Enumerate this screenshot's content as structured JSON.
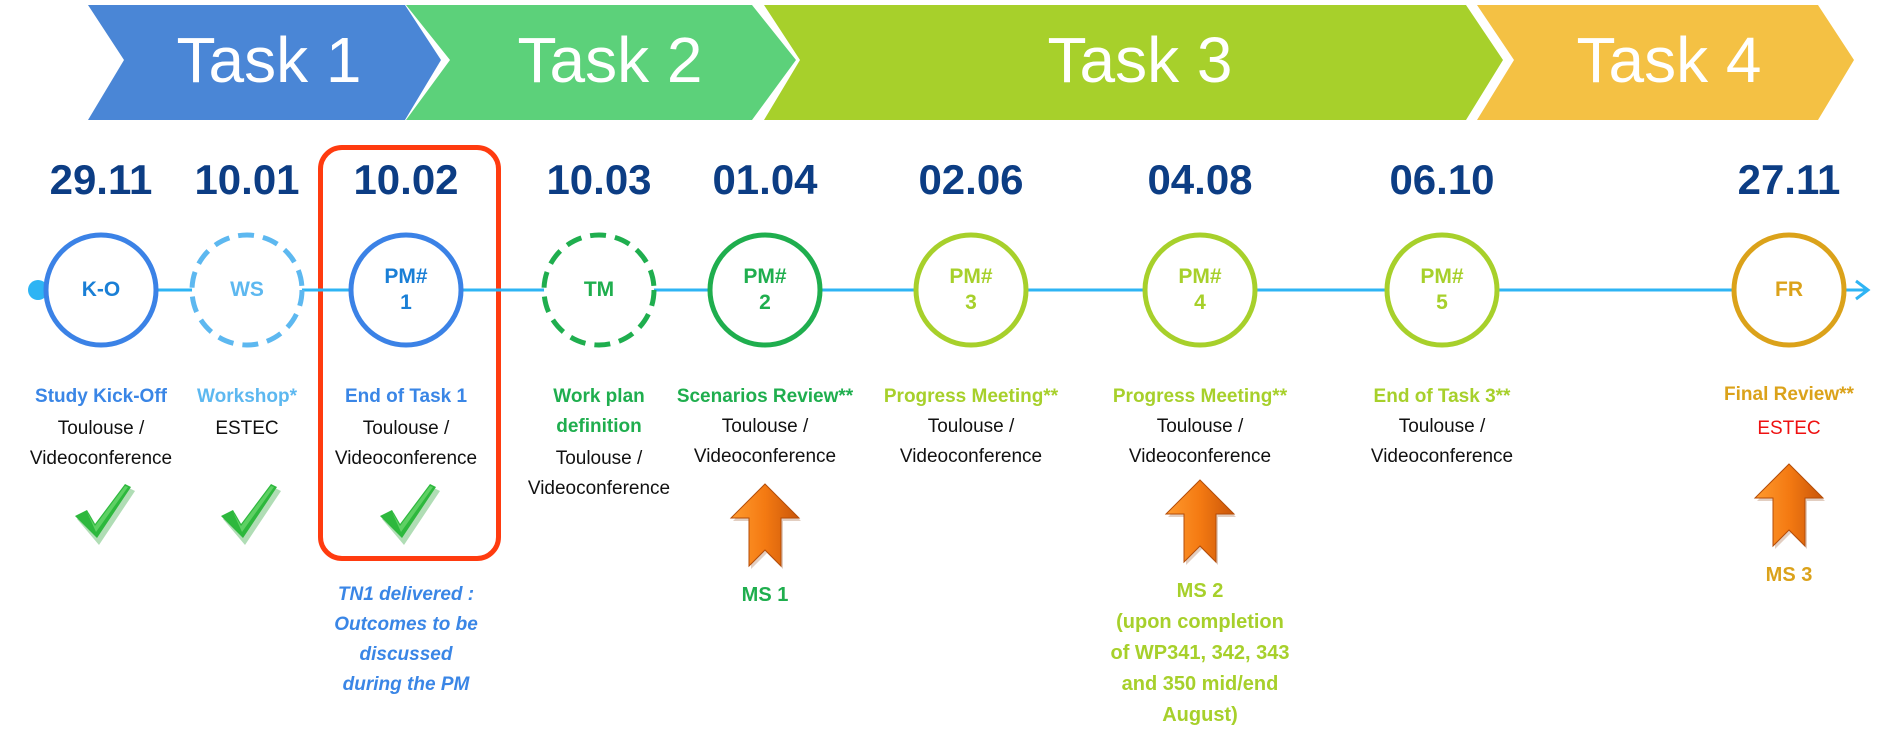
{
  "colors": {
    "task1": "#4a86d6",
    "task2": "#5cd17a",
    "task3": "#a7d02b",
    "task4": "#f4c144",
    "date": "#0c3d84",
    "timeline": "#2eb4f4",
    "highlight": "#ff3b0f",
    "milestone_arrow": "#f47a12",
    "check": "#2db83d",
    "estec_red": "#ee1111"
  },
  "tasks": [
    {
      "label": "Task 1"
    },
    {
      "label": "Task 2"
    },
    {
      "label": "Task 3"
    },
    {
      "label": "Task 4"
    }
  ],
  "events": [
    {
      "date": "29.11",
      "node": [
        "K-O"
      ],
      "node_style": "solid",
      "color": "#3b82e6",
      "text_color": "#1a7fd6",
      "title": [
        "Study Kick-Off"
      ],
      "location": [
        "Toulouse /",
        "Videoconference"
      ],
      "completed": true
    },
    {
      "date": "10.01",
      "node": [
        "WS"
      ],
      "node_style": "dashed",
      "color": "#5db8f0",
      "text_color": "#5db8f0",
      "title": [
        "Workshop*"
      ],
      "location": [
        "ESTEC"
      ],
      "completed": true
    },
    {
      "date": "10.02",
      "node": [
        "PM#",
        "1"
      ],
      "node_style": "solid",
      "color": "#3b82e6",
      "text_color": "#1a7fd6",
      "title": [
        "End of Task 1"
      ],
      "location": [
        "Toulouse /",
        "Videoconference"
      ],
      "completed": true,
      "highlighted": true,
      "note": [
        "TN1 delivered :",
        "Outcomes to be",
        "discussed",
        "during the PM"
      ]
    },
    {
      "date": "10.03",
      "node": [
        "TM"
      ],
      "node_style": "dashed",
      "color": "#1fae4e",
      "text_color": "#1fae4e",
      "title": [
        "Work plan",
        "definition"
      ],
      "location": [
        "Toulouse /",
        "Videoconference"
      ]
    },
    {
      "date": "01.04",
      "node": [
        "PM#",
        "2"
      ],
      "node_style": "solid",
      "color": "#1fae4e",
      "text_color": "#1fae4e",
      "title": [
        "Scenarios Review**"
      ],
      "location": [
        "Toulouse /",
        "Videoconference"
      ],
      "milestone": [
        "MS 1"
      ]
    },
    {
      "date": "02.06",
      "node": [
        "PM#",
        "3"
      ],
      "node_style": "solid",
      "color": "#a7d02b",
      "text_color": "#a7d02b",
      "title": [
        "Progress Meeting**"
      ],
      "location": [
        "Toulouse /",
        "Videoconference"
      ]
    },
    {
      "date": "04.08",
      "node": [
        "PM#",
        "4"
      ],
      "node_style": "solid",
      "color": "#a7d02b",
      "text_color": "#a7d02b",
      "title": [
        "Progress Meeting**"
      ],
      "location": [
        "Toulouse /",
        "Videoconference"
      ],
      "milestone": [
        "MS 2",
        "(upon completion",
        "of WP341, 342, 343",
        "and 350 mid/end",
        "August)"
      ]
    },
    {
      "date": "06.10",
      "node": [
        "PM#",
        "5"
      ],
      "node_style": "solid",
      "color": "#a7d02b",
      "text_color": "#a7d02b",
      "title": [
        "End of Task 3**"
      ],
      "location": [
        "Toulouse /",
        "Videoconference"
      ]
    },
    {
      "date": "27.11",
      "node": [
        "FR"
      ],
      "node_style": "solid",
      "color": "#dba21a",
      "text_color": "#dba21a",
      "title": [
        "Final Review**"
      ],
      "location": [
        "ESTEC"
      ],
      "location_color": "#ee1111",
      "milestone": [
        "MS 3"
      ]
    }
  ]
}
